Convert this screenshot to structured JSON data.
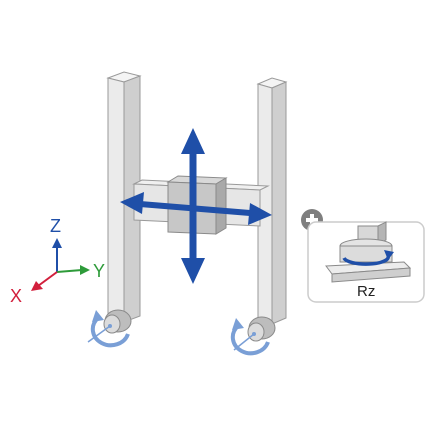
{
  "axes": {
    "z_label": "Z",
    "y_label": "Y",
    "x_label": "X"
  },
  "inset": {
    "label": "Rz"
  },
  "colors": {
    "background": "#ffffff",
    "post_light": "#ebebeb",
    "post_shade": "#cfcfcf",
    "post_edge": "#9a9a9a",
    "slider_body": "#c7c7c7",
    "arrow_blue": "#1f4fa8",
    "rotation_light_blue": "#7a9fd6",
    "z_axis": "#1f4fa8",
    "y_axis": "#2e9b3a",
    "x_axis": "#d21f3c",
    "plus_circle": "#7f7f7f",
    "inset_border": "#cccccc"
  },
  "icons": {
    "plus": "plus-circle-icon",
    "rotation": "rotation-arrow-icon"
  }
}
